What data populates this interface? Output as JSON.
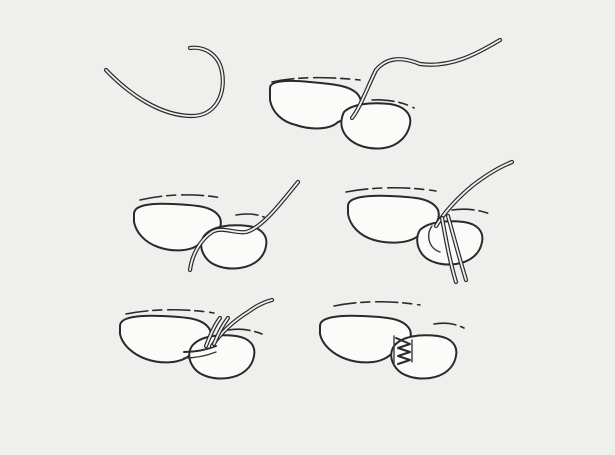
{
  "figure": {
    "background": "#efefed",
    "ink_color": "#2a2a2a",
    "panels": [
      {
        "id": "wire-hook",
        "step": 1
      },
      {
        "id": "wire-threaded-contact",
        "step": 2
      },
      {
        "id": "wire-pulled-through",
        "step": 3
      },
      {
        "id": "wire-tied-tight",
        "step": 4
      },
      {
        "id": "ligature-twisted",
        "step": 5
      },
      {
        "id": "ligature-finished",
        "step": 6
      }
    ]
  }
}
